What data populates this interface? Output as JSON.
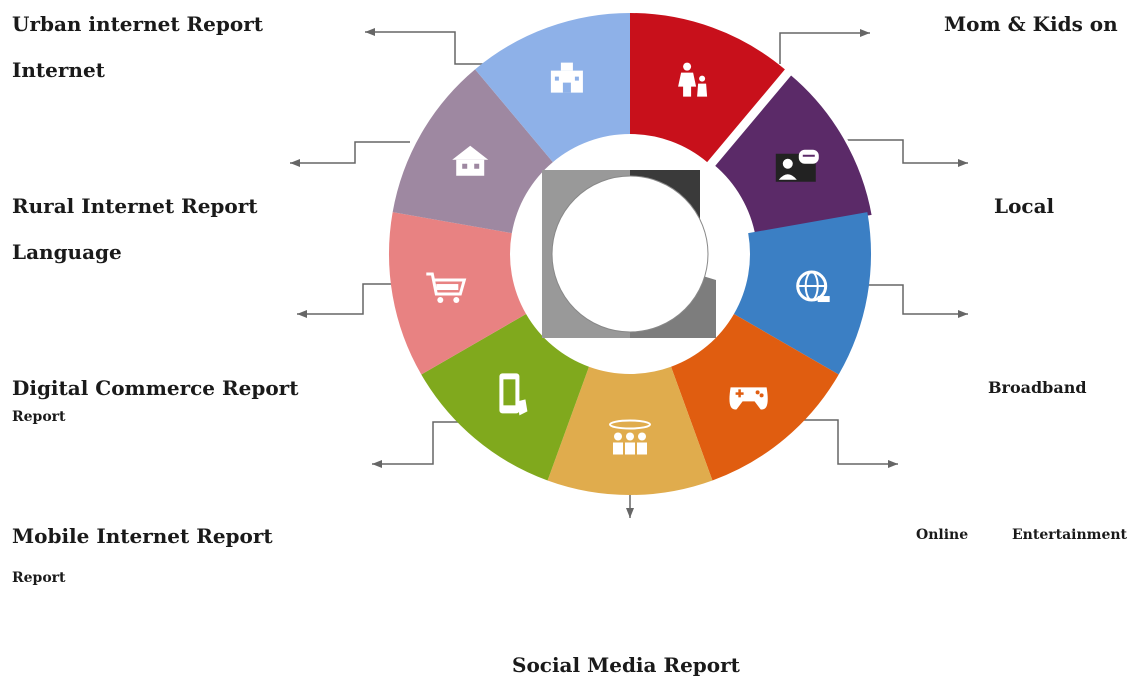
{
  "labels": {
    "urban_line1": "Urban internet Report",
    "urban_line2": "Internet",
    "rural_line1": "Rural Internet Report",
    "rural_line2": "Language",
    "digital_line1": "Digital Commerce Report",
    "digital_line2": "Report",
    "mobile_line1": "Mobile Internet Report",
    "mobile_line2": "Report",
    "mom_kids": "Mom & Kids on",
    "local": "Local",
    "broadband": "Broadband",
    "online": "Online",
    "entertainment": "Entertainment",
    "social_media": "Social Media Report"
  },
  "segments": [
    {
      "id": "mom-kids",
      "icon": "mother-child-icon",
      "color": "#c8101b"
    },
    {
      "id": "local-language",
      "icon": "speech-person-icon",
      "color": "#5b2a68"
    },
    {
      "id": "broadband",
      "icon": "globe-icon",
      "color": "#3b7fc4"
    },
    {
      "id": "online-entertainment",
      "icon": "gamepad-icon",
      "color": "#e05d10"
    },
    {
      "id": "social-media",
      "icon": "group-people-icon",
      "color": "#e0ac4d"
    },
    {
      "id": "mobile-internet",
      "icon": "mobile-phone-icon",
      "color": "#80a91d"
    },
    {
      "id": "digital-commerce",
      "icon": "shopping-cart-icon",
      "color": "#e88282"
    },
    {
      "id": "rural-internet",
      "icon": "house-icon",
      "color": "#9e88a1"
    },
    {
      "id": "urban-internet",
      "icon": "city-building-icon",
      "color": "#8eb1e8"
    }
  ],
  "center_colors": {
    "left": "#999999",
    "dark": "#3a3a3a",
    "bottom": "#7d7d7d"
  }
}
